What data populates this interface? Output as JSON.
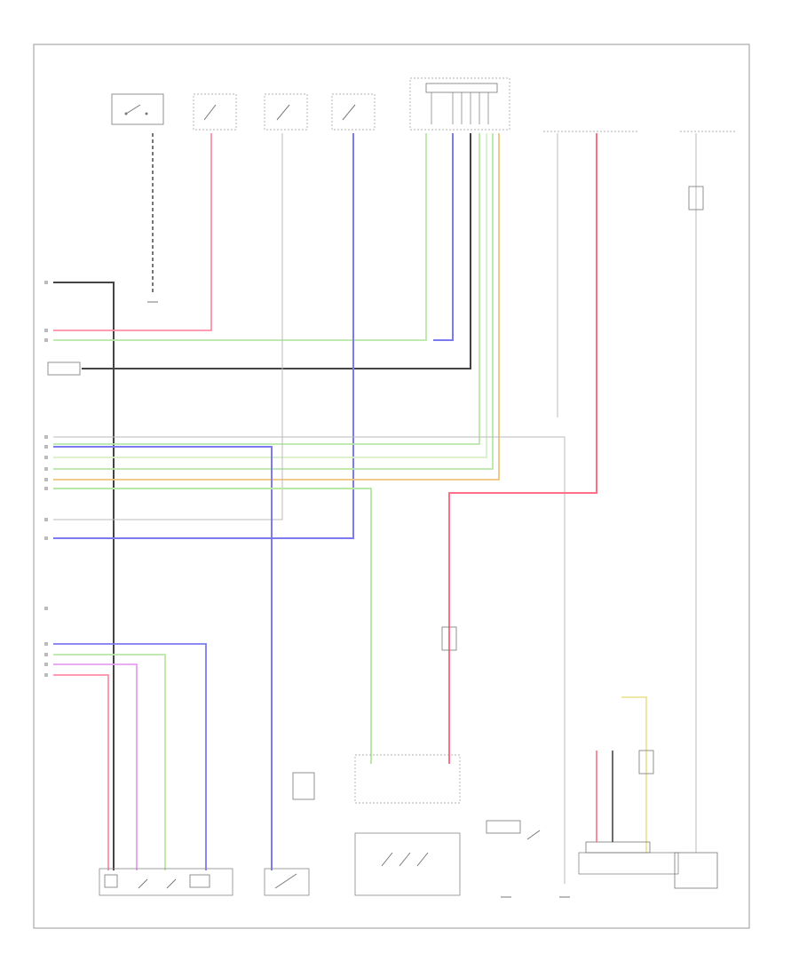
{
  "diagram": {
    "title": "",
    "footer_id": "",
    "wire_colors": {
      "black": "#444444",
      "pink": "#ff8fa6",
      "green": "#b8e8a6",
      "blue": "#7b7bef",
      "orange": "#f0c27a",
      "light_green": "#d7f0c8",
      "violet": "#e89ff2",
      "red": "#ff6f86",
      "gray": "#bbbbbb",
      "yellow": "#e9e08a"
    },
    "notes": [],
    "components": [
      {
        "id": "top-switch-1",
        "label": ""
      },
      {
        "id": "top-switch-2",
        "label": ""
      },
      {
        "id": "top-switch-3",
        "label": ""
      },
      {
        "id": "top-switch-4",
        "label": ""
      },
      {
        "id": "connector-block",
        "label": ""
      },
      {
        "id": "fuse-1",
        "label": ""
      },
      {
        "id": "fuse-2",
        "label": ""
      },
      {
        "id": "fuse-3",
        "label": ""
      },
      {
        "id": "bottom-left-unit",
        "label": ""
      },
      {
        "id": "bottom-left-center-unit",
        "label": ""
      },
      {
        "id": "bottom-center-unit",
        "label": ""
      },
      {
        "id": "bottom-right-unit",
        "label": ""
      }
    ]
  }
}
